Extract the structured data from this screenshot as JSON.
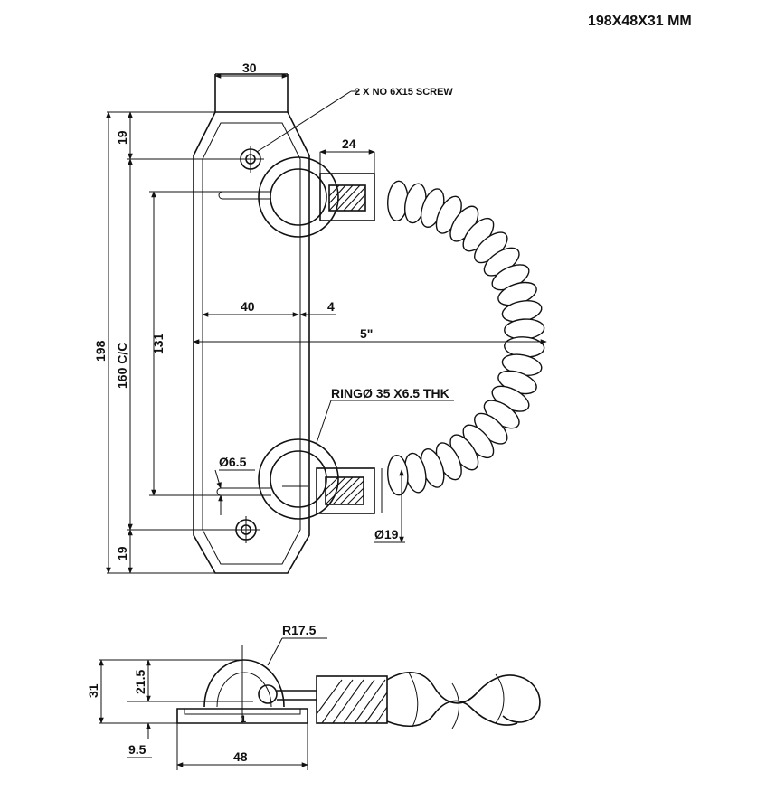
{
  "title": "198X48X31 MM",
  "labels": {
    "top_width": "30",
    "screw_note": "2 X NO 6X15 SCREW",
    "block_width": "24",
    "top_gap": "19",
    "bottom_gap": "19",
    "overall_length": "198",
    "centre_to_centre": "160 C/C",
    "rope_span": "131",
    "plate_to_ring": "40",
    "small_gap": "4",
    "reach": "5\"",
    "ring_note": "RINGØ 35 X6.5 THK",
    "hole_dia": "Ø6.5",
    "rope_dia": "Ø19",
    "radius": "R17.5",
    "height": "31",
    "ring_height": "21.5",
    "base_thk": "9.5",
    "base_width": "48",
    "base_marker": "1"
  }
}
